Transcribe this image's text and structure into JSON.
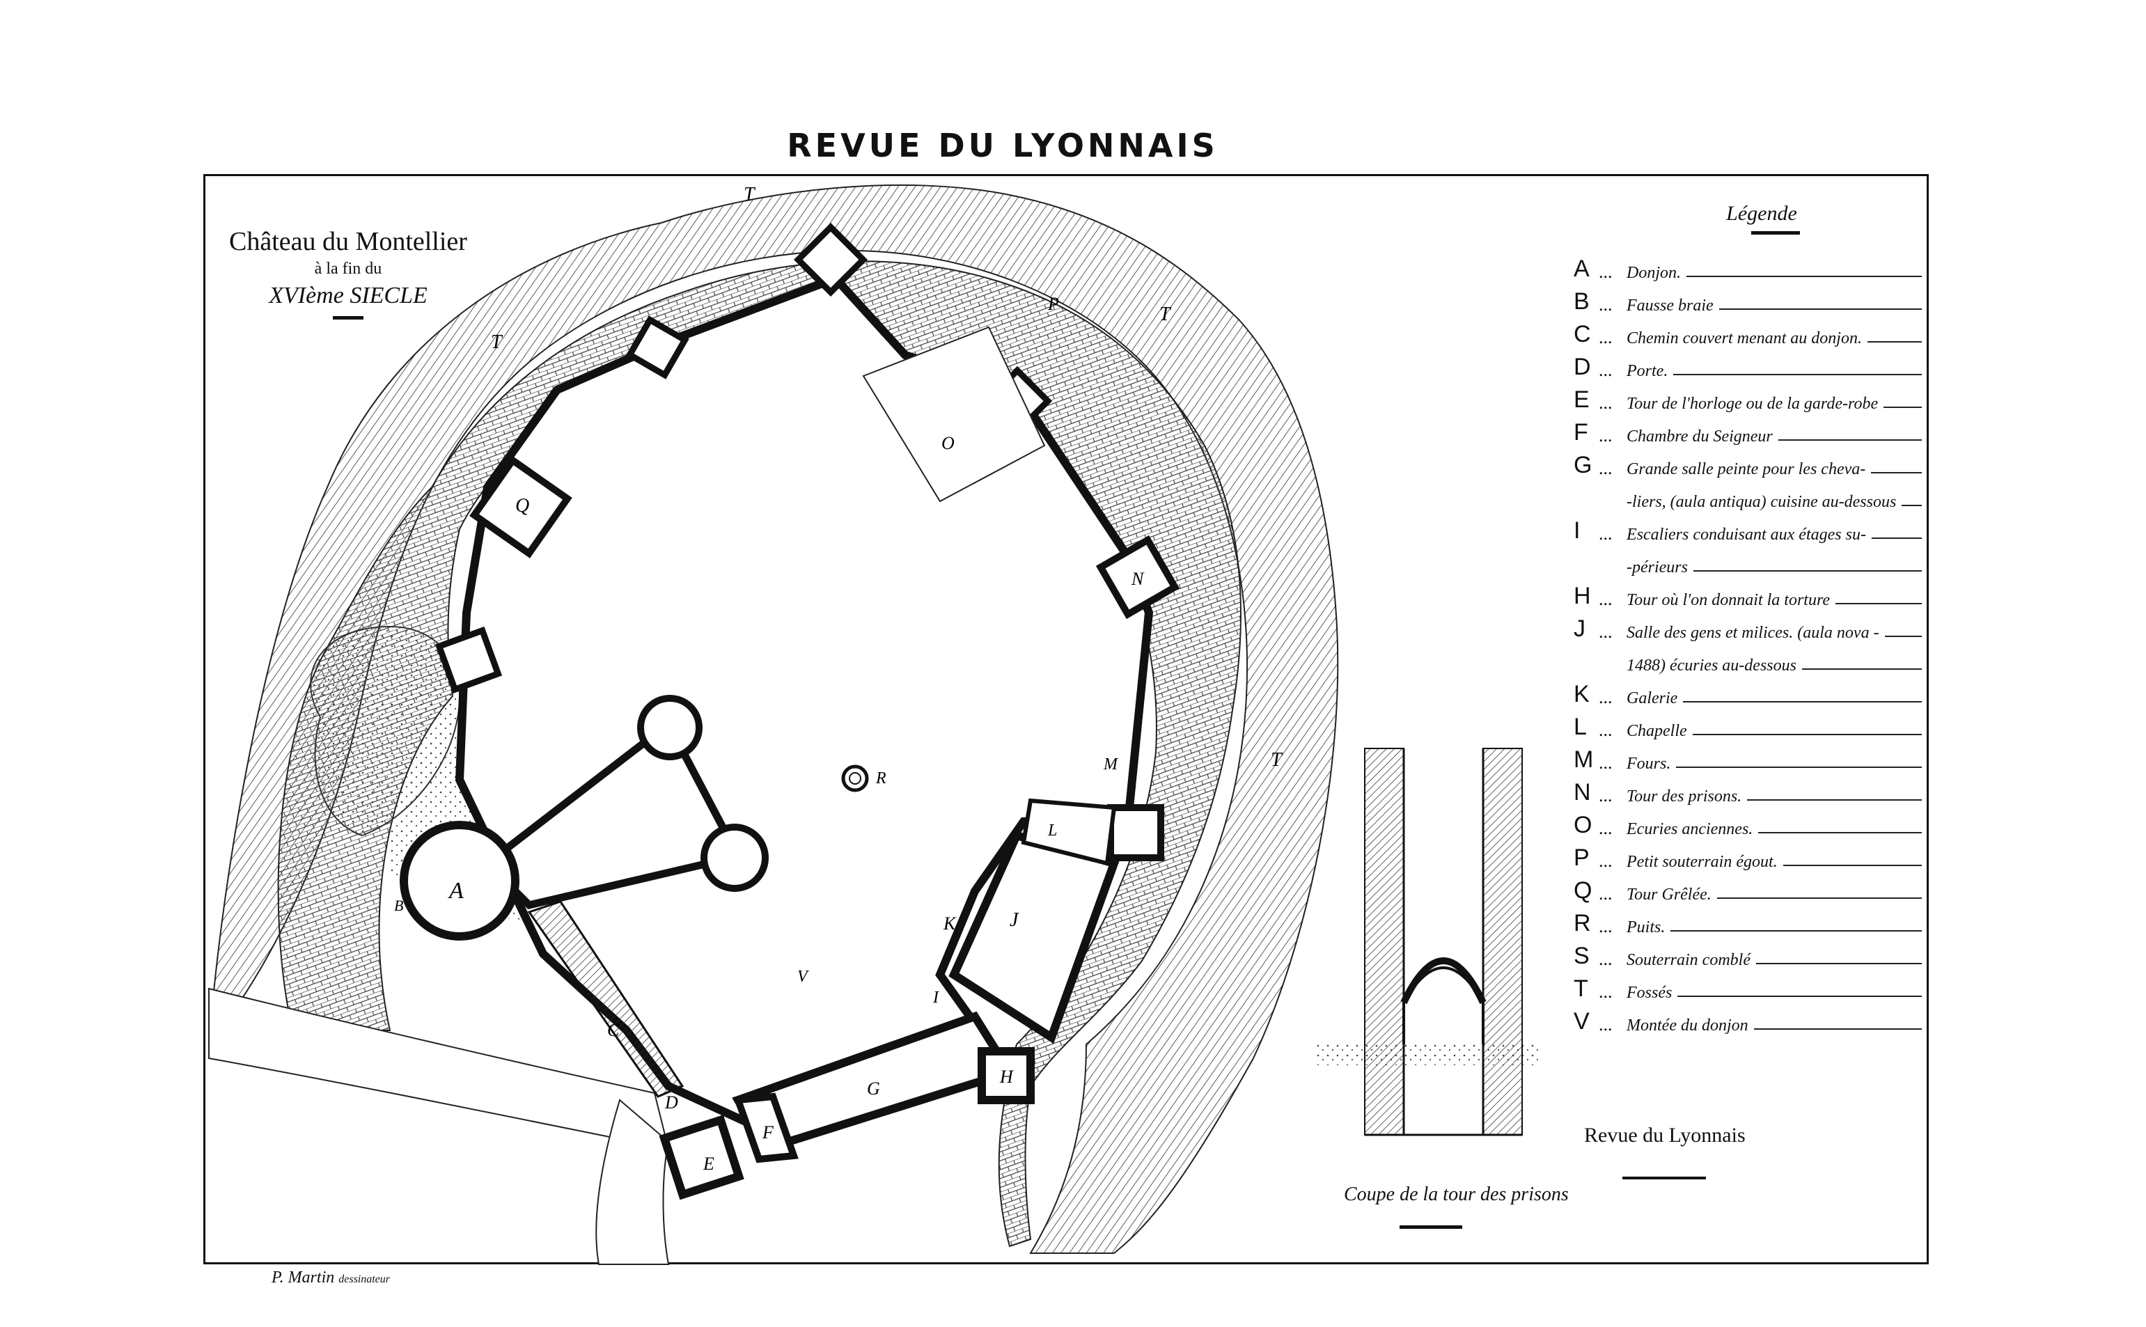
{
  "header": {
    "title": "REVUE DU LYONNAIS"
  },
  "plan_title": {
    "line1": "Château du Montellier",
    "line2": "à la fin du",
    "line3": "XVIème SIECLE"
  },
  "legend": {
    "title": "Légende",
    "items": [
      {
        "key": "A",
        "text": "Donjon."
      },
      {
        "key": "B",
        "text": "Fausse braie"
      },
      {
        "key": "C",
        "text": "Chemin couvert menant au donjon."
      },
      {
        "key": "D",
        "text": "Porte."
      },
      {
        "key": "E",
        "text": "Tour de l'horloge ou de la garde-robe"
      },
      {
        "key": "F",
        "text": "Chambre du Seigneur"
      },
      {
        "key": "G",
        "text": "Grande salle peinte pour les cheva-",
        "cont": "-liers, (aula antiqua) cuisine au-dessous"
      },
      {
        "key": "I",
        "text": "Escaliers conduisant aux étages su-",
        "cont": "-périeurs"
      },
      {
        "key": "H",
        "text": "Tour où l'on donnait la torture"
      },
      {
        "key": "J",
        "text": "Salle des gens et milices. (aula nova -",
        "cont": "1488) écuries au-dessous"
      },
      {
        "key": "K",
        "text": "Galerie"
      },
      {
        "key": "L",
        "text": "Chapelle"
      },
      {
        "key": "M",
        "text": "Fours."
      },
      {
        "key": "N",
        "text": "Tour des prisons."
      },
      {
        "key": "O",
        "text": "Ecuries anciennes."
      },
      {
        "key": "P",
        "text": "Petit souterrain égout."
      },
      {
        "key": "Q",
        "text": "Tour Grêlée."
      },
      {
        "key": "R",
        "text": "Puits."
      },
      {
        "key": "S",
        "text": "Souterrain comblé"
      },
      {
        "key": "T",
        "text": "Fossés"
      },
      {
        "key": "V",
        "text": "Montée du donjon"
      }
    ]
  },
  "plan_labels": {
    "A": "A",
    "B": "B",
    "C": "C",
    "D": "D",
    "E": "E",
    "F": "F",
    "G": "G",
    "H": "H",
    "I": "I",
    "J": "J",
    "K": "K",
    "L": "L",
    "M": "M",
    "N": "N",
    "O": "O",
    "P": "P",
    "Q": "Q",
    "R": "R",
    "V": "V",
    "T": "T"
  },
  "credit": "Revue du Lyonnais",
  "section_caption": "Coupe de la tour des prisons",
  "signature": {
    "name": "P. Martin",
    "role": "dessinateur"
  }
}
